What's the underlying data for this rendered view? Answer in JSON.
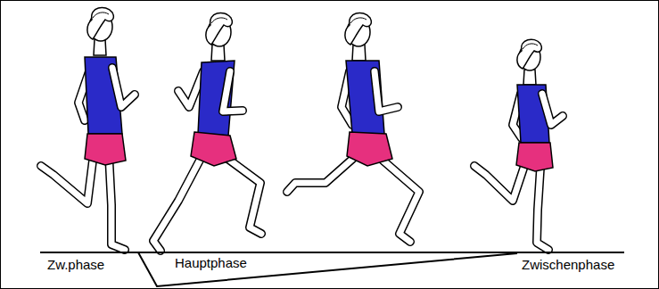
{
  "diagram": {
    "labels": [
      "Zw.phase",
      "Hauptphase",
      "Zwischenphase"
    ]
  }
}
